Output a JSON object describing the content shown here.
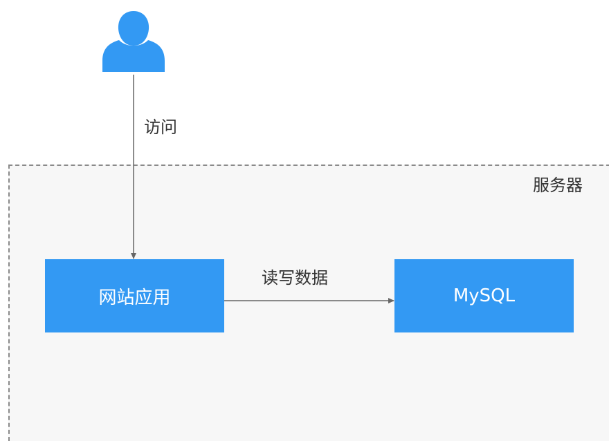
{
  "diagram": {
    "server": {
      "label": "服务器"
    },
    "user": {
      "icon": "user-icon"
    },
    "edges": {
      "access": "访问",
      "read_write": "读写数据"
    },
    "nodes": {
      "web_app": "网站应用",
      "database": "MySQL"
    },
    "colors": {
      "node_fill": "#3399f3",
      "node_text": "#ffffff",
      "region_fill": "#f7f7f7",
      "region_border": "#8a8a8a",
      "connector": "#666666"
    }
  }
}
